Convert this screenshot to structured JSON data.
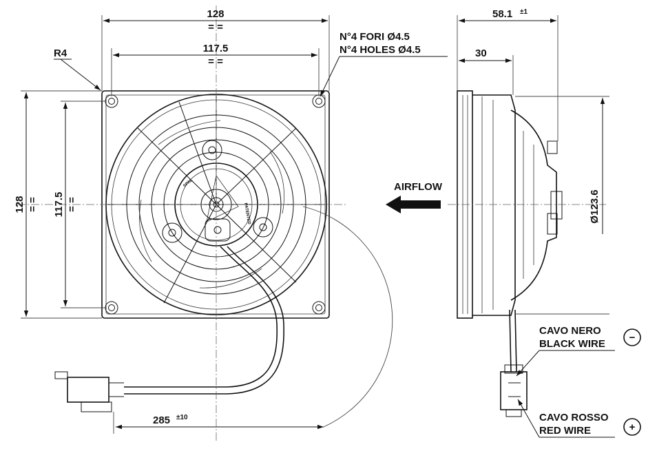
{
  "dims": {
    "frame_width": "128",
    "hole_spacing_horizontal": "117.5",
    "frame_height": "128",
    "hole_spacing_vertical": "117.5",
    "symmetric_mark": "= =",
    "overall_depth": "58.1",
    "overall_depth_tol": "±1",
    "flange_depth": "30",
    "diameter": "Ø123.6",
    "cable_length": "285",
    "cable_length_tol": "±10",
    "radius": "R4"
  },
  "notes": {
    "holes_it": "N°4 FORI  Ø4.5",
    "holes_en": "N°4 HOLES  Ø4.5",
    "airflow": "AIRFLOW",
    "black_wire_it": "CAVO NERO",
    "black_wire_en": "BLACK WIRE",
    "red_wire_it": "CAVO ROSSO",
    "red_wire_en": "RED WIRE",
    "minus_symbol": "−",
    "plus_symbol": "+"
  },
  "hub": {
    "brand": "SPAL",
    "patented": "PATENTED"
  },
  "colors": {
    "line": "#111111",
    "background": "#ffffff"
  }
}
